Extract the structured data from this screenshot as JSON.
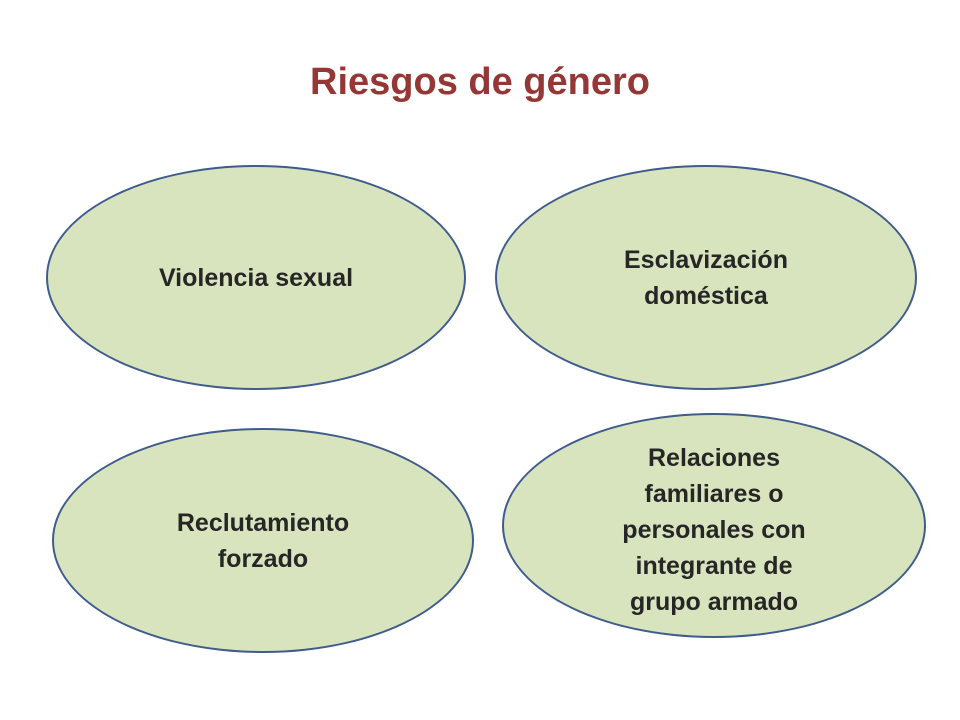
{
  "title": "Riesgos de género",
  "colors": {
    "title": "#953735",
    "ellipse_fill": "#d7e4bd",
    "ellipse_border": "#3f5c8c",
    "text": "#262626"
  },
  "items": [
    {
      "label": "Violencia sexual"
    },
    {
      "label": "Esclavización\ndoméstica"
    },
    {
      "label": "Reclutamiento\nforzado"
    },
    {
      "label": "Relaciones\nfamiliares o\npersonales con\nintegrante de\ngrupo armado"
    }
  ]
}
